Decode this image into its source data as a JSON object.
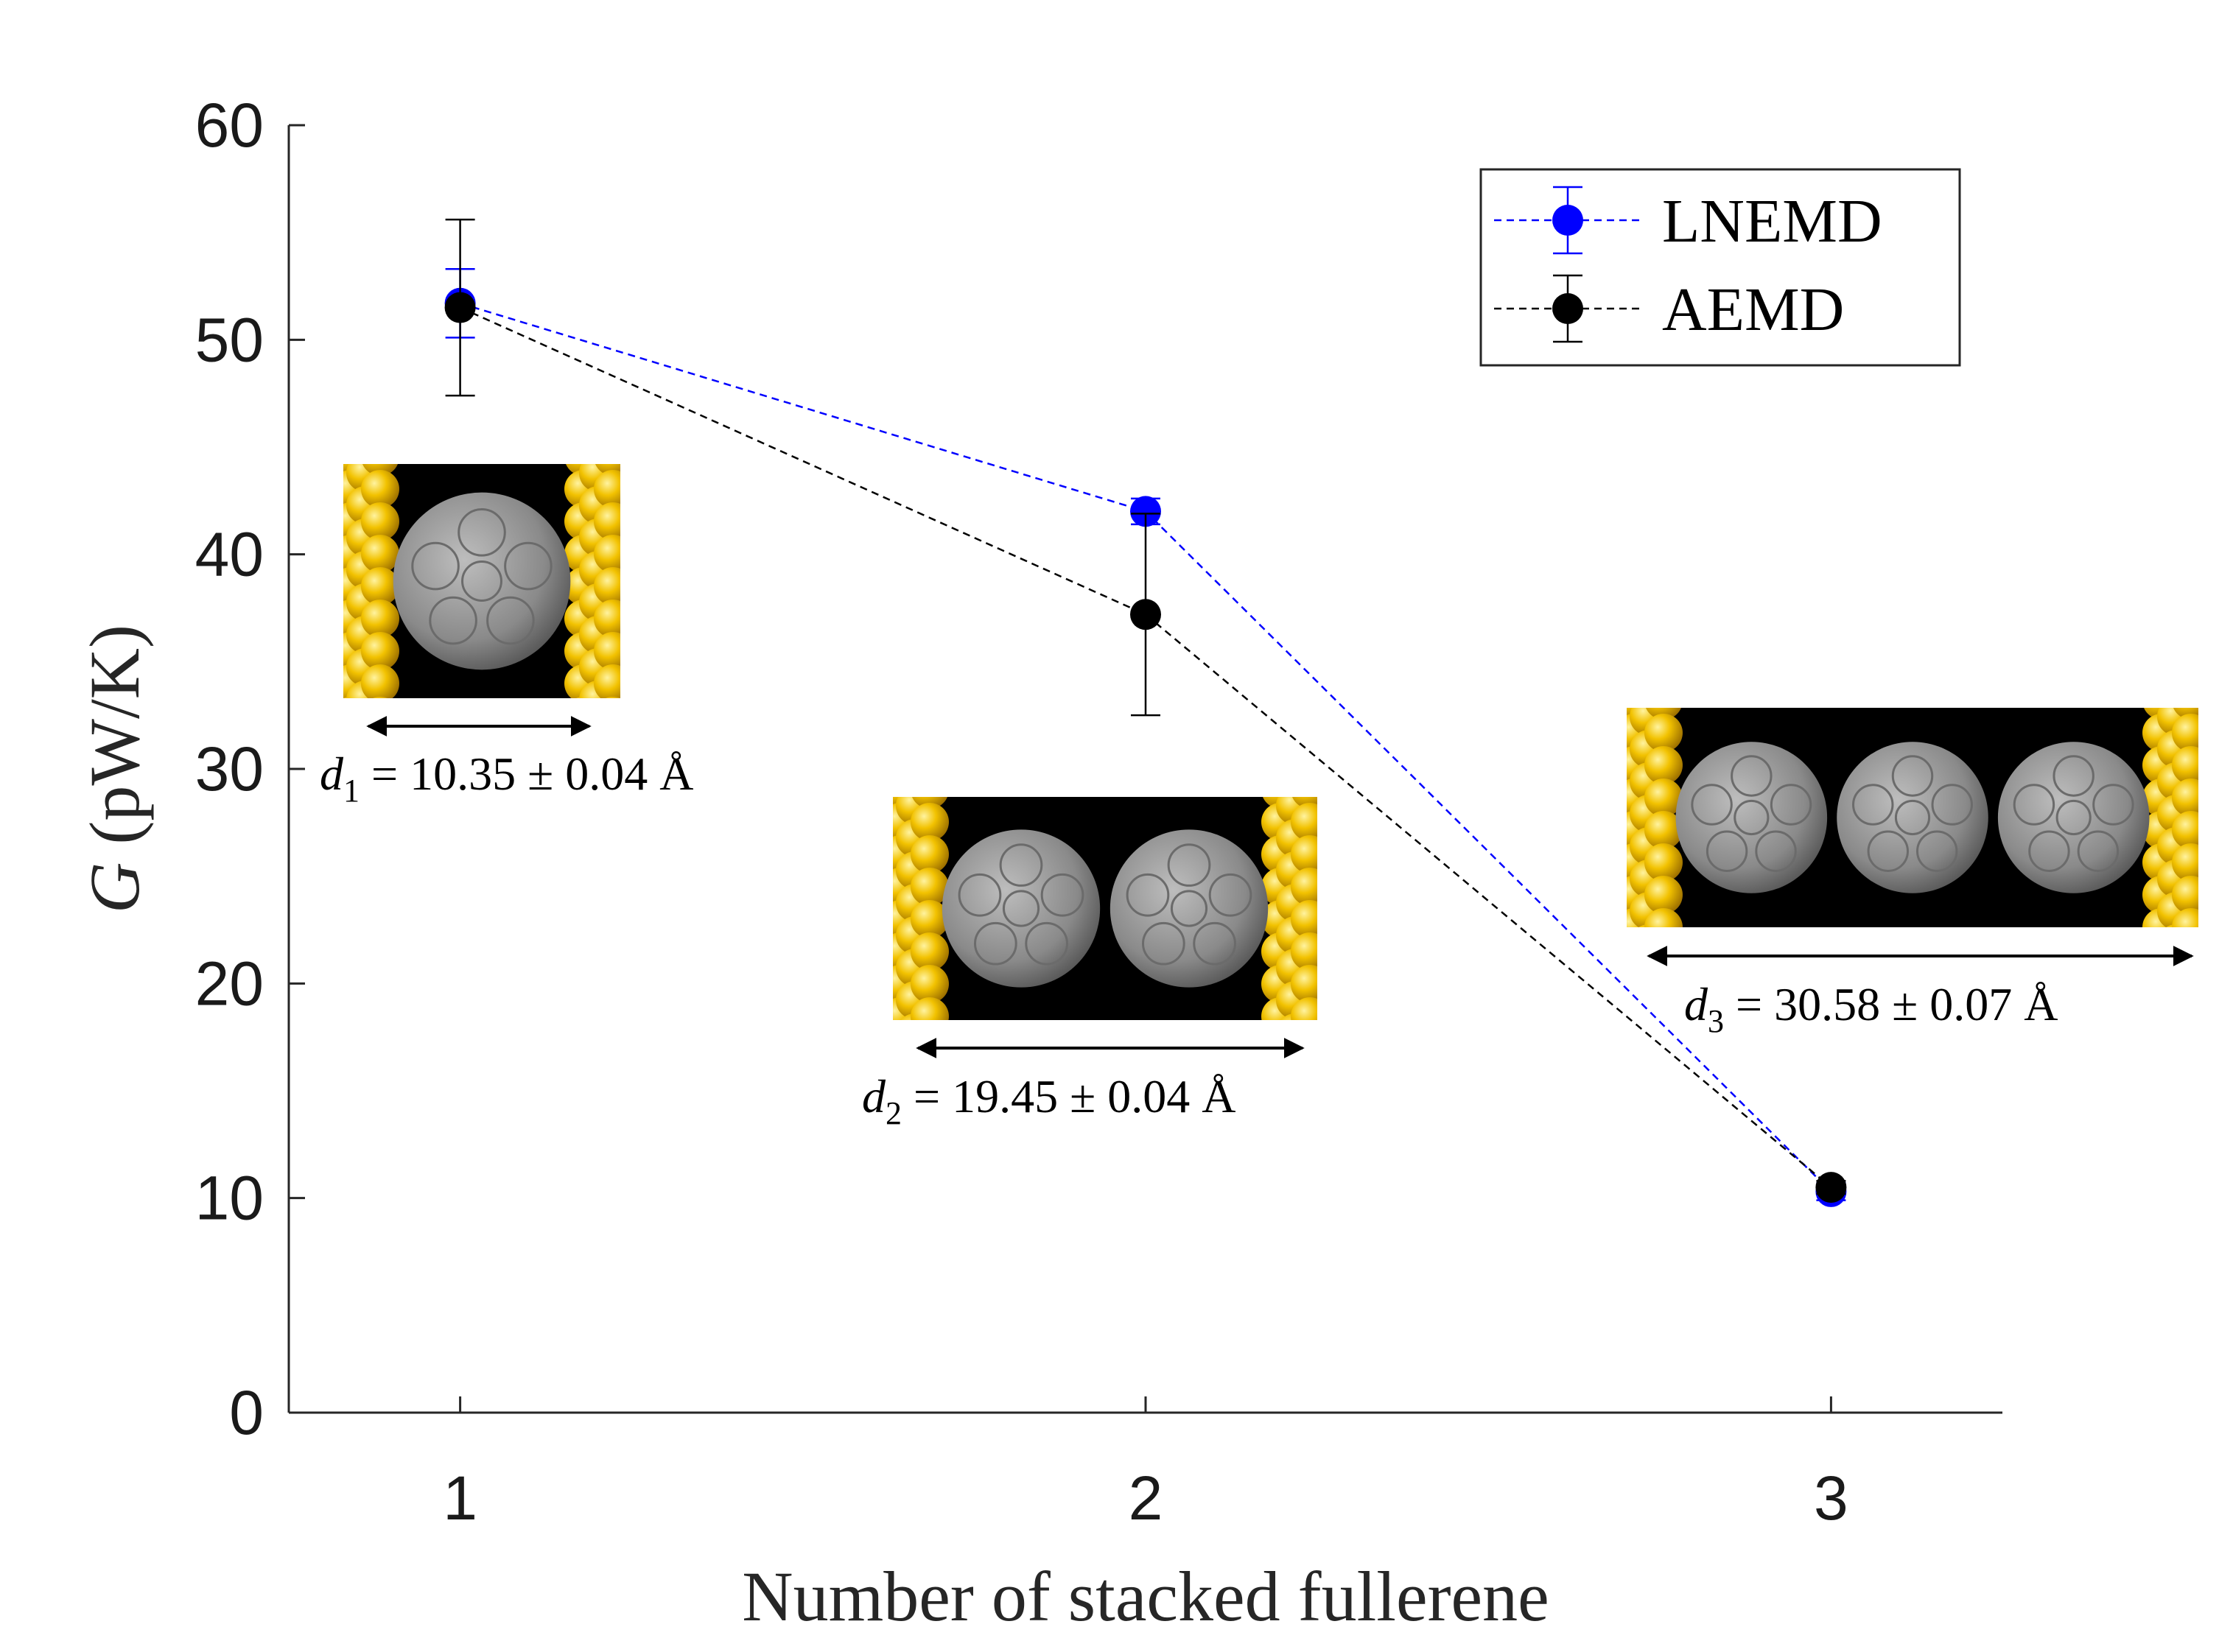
{
  "chart_data": {
    "type": "scatter",
    "xlabel": "Number of stacked fullerene",
    "ylabel": {
      "symbol": "G",
      "unit": " (pW/K)"
    },
    "xlim": [
      0.75,
      3.25
    ],
    "ylim": [
      0,
      60
    ],
    "xticks": [
      1,
      2,
      3
    ],
    "yticks": [
      0,
      10,
      20,
      30,
      40,
      50,
      60
    ],
    "grid": false,
    "legend_position": "top-right",
    "series": [
      {
        "name": "LNEMD",
        "color": "#0000ff",
        "line_style": "dashed",
        "x": [
          1,
          2,
          3
        ],
        "y": [
          51.7,
          42.0,
          10.3
        ],
        "err": [
          1.6,
          0.6,
          0.4
        ]
      },
      {
        "name": "AEMD",
        "color": "#000000",
        "line_style": "dashed",
        "x": [
          1,
          2,
          3
        ],
        "y": [
          51.5,
          37.2,
          10.5
        ],
        "err": [
          4.1,
          4.7,
          0.3
        ]
      }
    ],
    "annotations": [
      {
        "var": "d",
        "sub": "1",
        "text": " = 10.35 ± 0.04 Å"
      },
      {
        "var": "d",
        "sub": "2",
        "text": " = 19.45 ± 0.04 Å"
      },
      {
        "var": "d",
        "sub": "3",
        "text": " = 30.58 ± 0.07 Å"
      }
    ]
  },
  "colors": {
    "gold": "#e6b800",
    "fullerene": "#8e8e8e",
    "background": "#000000"
  }
}
